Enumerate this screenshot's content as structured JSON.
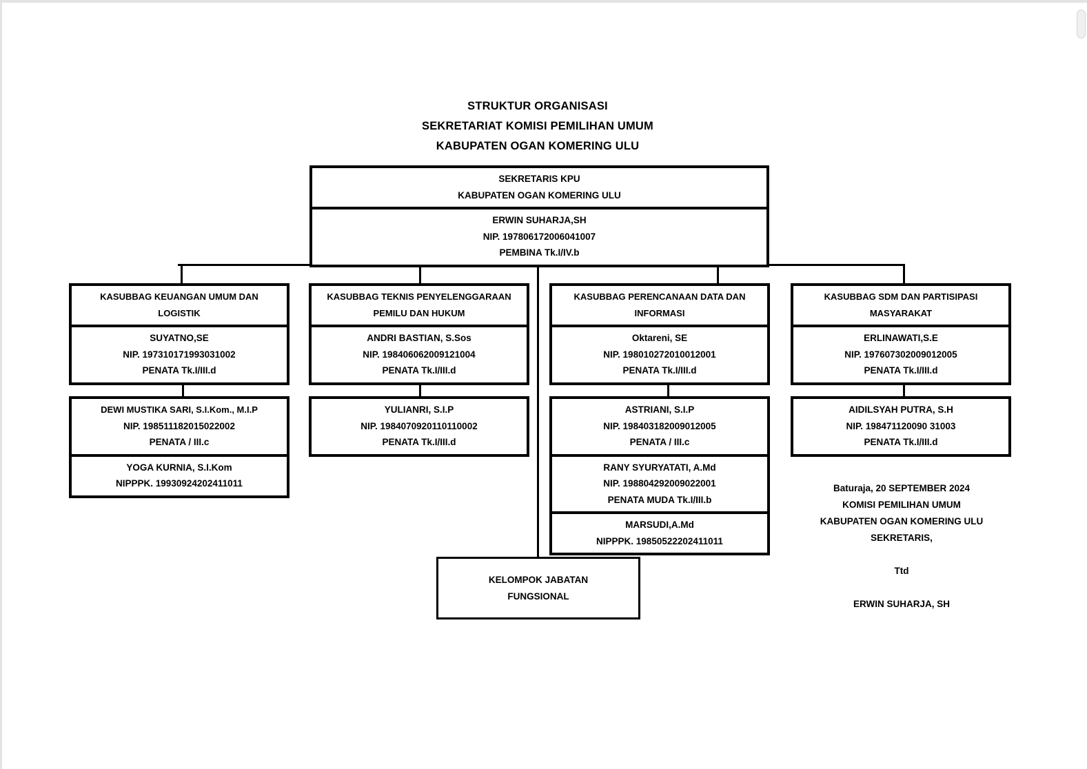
{
  "document": {
    "title_lines": [
      "STRUKTUR ORGANISASI",
      "SEKRETARIAT KOMISI PEMILIHAN UMUM",
      "KABUPATEN OGAN KOMERING ULU"
    ]
  },
  "chart_data": {
    "type": "org-chart",
    "title": "STRUKTUR ORGANISASI SEKRETARIAT KOMISI PEMILIHAN UMUM KABUPATEN OGAN KOMERING ULU",
    "root": {
      "role_lines": [
        "SEKRETARIS KPU",
        "KABUPATEN OGAN KOMERING ULU"
      ],
      "person_lines": [
        "ERWIN SUHARJA,SH",
        "NIP. 197806172006041007",
        "PEMBINA Tk.I/IV.b"
      ]
    },
    "functional_group": {
      "lines": [
        "KELOMPOK JABATAN",
        "FUNGSIONAL"
      ]
    },
    "branches": [
      {
        "role_lines": [
          "KASUBBAG KEUANGAN UMUM DAN",
          "LOGISTIK"
        ],
        "head_lines": [
          "SUYATNO,SE",
          "NIP. 197310171993031002",
          "PENATA Tk.I/III.d"
        ],
        "staff_groups": [
          [
            "DEWI MUSTIKA SARI, S.I.Kom., M.I.P",
            "NIP. 198511182015022002",
            "PENATA / III.c"
          ],
          [
            "YOGA KURNIA, S.I.Kom",
            "NIPPPK. 19930924202411011"
          ]
        ]
      },
      {
        "role_lines": [
          "KASUBBAG TEKNIS PENYELENGGARAAN",
          "PEMILU DAN HUKUM"
        ],
        "head_lines": [
          "ANDRI BASTIAN, S.Sos",
          "NIP. 198406062009121004",
          "PENATA Tk.I/III.d"
        ],
        "staff_groups": [
          [
            "YULIANRI, S.I.P",
            "NIP. 198407092011011 0002",
            "PENATA Tk.I/III.d"
          ]
        ]
      },
      {
        "role_lines": [
          "KASUBBAG PERENCANAAN DATA DAN",
          "INFORMASI"
        ],
        "head_lines": [
          "Oktareni, SE",
          "NIP. 198010272010012001",
          "PENATA Tk.I/III.d"
        ],
        "staff_groups": [
          [
            "ASTRIANI, S.I.P",
            "NIP. 198403182009012005",
            "PENATA / III.c"
          ],
          [
            "RANY SYURYATATI, A.Md",
            "NIP. 198804292009022001",
            "PENATA MUDA Tk.I/III.b"
          ],
          [
            "MARSUDI,A.Md",
            "NIPPPK. 19850522202411011"
          ]
        ]
      },
      {
        "role_lines": [
          "KASUBBAG SDM DAN PARTISIPASI",
          "MASYARAKAT"
        ],
        "head_lines": [
          "ERLINAWATI,S.E",
          "NIP. 197607302009012005",
          "PENATA Tk.I/III.d"
        ],
        "staff_groups": [
          [
            "AIDILSYAH PUTRA, S.H",
            "NIP. 198471120090 31003",
            "PENATA Tk.I/III.d"
          ]
        ]
      }
    ]
  },
  "boxes": {
    "root_role_1": "SEKRETARIS KPU",
    "root_role_2": "KABUPATEN OGAN KOMERING ULU",
    "root_person_1": "ERWIN SUHARJA,SH",
    "root_person_2": "NIP. 197806172006041007",
    "root_person_3": "PEMBINA Tk.I/IV.b",
    "c1_role_1": "KASUBBAG KEUANGAN UMUM DAN",
    "c1_role_2": "LOGISTIK",
    "c1_head_1": "SUYATNO,SE",
    "c1_head_2": "NIP. 197310171993031002",
    "c1_head_3": "PENATA Tk.I/III.d",
    "c1_s1_1": "DEWI MUSTIKA SARI, S.I.Kom., M.I.P",
    "c1_s1_2": "NIP. 198511182015022002",
    "c1_s1_3": "PENATA / III.c",
    "c1_s2_1": "YOGA KURNIA, S.I.Kom",
    "c1_s2_2": "NIPPPK. 19930924202411011",
    "c2_role_1": "KASUBBAG TEKNIS PENYELENGGARAAN",
    "c2_role_2": "PEMILU DAN HUKUM",
    "c2_head_1": "ANDRI BASTIAN, S.Sos",
    "c2_head_2": "NIP. 198406062009121004",
    "c2_head_3": "PENATA Tk.I/III.d",
    "c2_s1_1": "YULIANRI, S.I.P",
    "c2_s1_2": "NIP. 1984070920110110002",
    "c2_s1_3": "PENATA Tk.I/III.d",
    "c3_role_1": "KASUBBAG PERENCANAAN DATA DAN",
    "c3_role_2": "INFORMASI",
    "c3_head_1": "Oktareni, SE",
    "c3_head_2": "NIP. 198010272010012001",
    "c3_head_3": "PENATA Tk.I/III.d",
    "c3_s1_1": "ASTRIANI, S.I.P",
    "c3_s1_2": "NIP. 198403182009012005",
    "c3_s1_3": "PENATA / III.c",
    "c3_s2_1": "RANY SYURYATATI, A.Md",
    "c3_s2_2": "NIP. 198804292009022001",
    "c3_s2_3": "PENATA MUDA Tk.I/III.b",
    "c3_s3_1": "MARSUDI,A.Md",
    "c3_s3_2": "NIPPPK. 19850522202411011",
    "c4_role_1": "KASUBBAG SDM DAN PARTISIPASI",
    "c4_role_2": "MASYARAKAT",
    "c4_head_1": "ERLINAWATI,S.E",
    "c4_head_2": "NIP. 197607302009012005",
    "c4_head_3": "PENATA Tk.I/III.d",
    "c4_s1_1": "AIDILSYAH PUTRA, S.H",
    "c4_s1_2": "NIP. 198471120090 31003",
    "c4_s1_3": "PENATA Tk.I/III.d",
    "fungsional_1": "KELOMPOK JABATAN",
    "fungsional_2": "FUNGSIONAL"
  },
  "signature": {
    "line_1": "Baturaja, 20 SEPTEMBER 2024",
    "line_2": "KOMISI PEMILIHAN UMUM",
    "line_3": "KABUPATEN OGAN KOMERING ULU",
    "line_4": "SEKRETARIS,",
    "line_5": "Ttd",
    "line_6": "ERWIN SUHARJA, SH"
  }
}
